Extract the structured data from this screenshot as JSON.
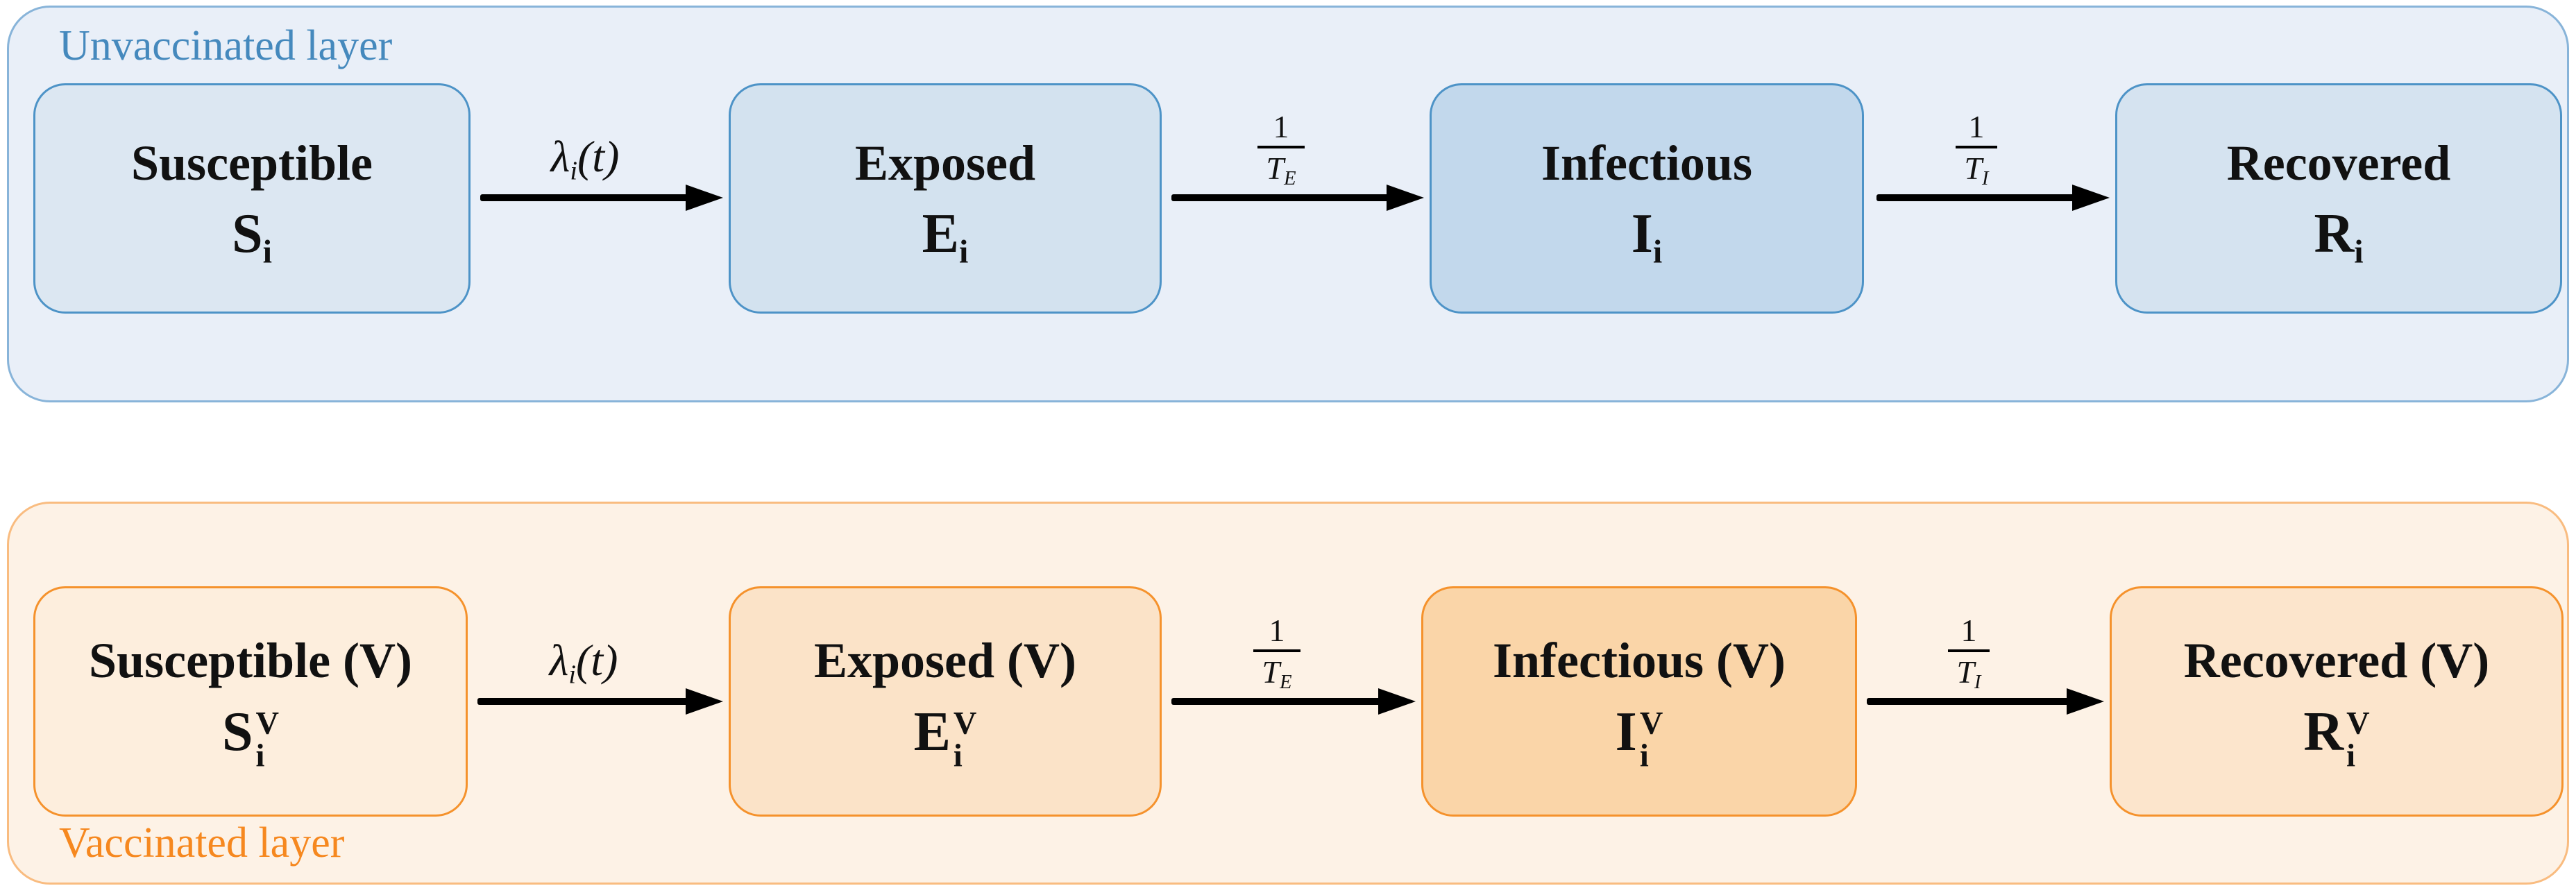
{
  "page": {
    "background": "#ffffff",
    "arrow_color": "#000000",
    "text_color": "#111111"
  },
  "layers": [
    {
      "label": "Unvaccinated layer",
      "label_color": "#4589bd",
      "fill": "#e9eff8",
      "border_color": "#88b4d9",
      "nodes": [
        {
          "name": "Susceptible",
          "symbol_base": "S",
          "symbol_sub": "i",
          "fill": "#dce7f2",
          "border_color": "#4d93c7"
        },
        {
          "name": "Exposed",
          "symbol_base": "E",
          "symbol_sub": "i",
          "fill": "#d3e2ef",
          "border_color": "#4d93c7"
        },
        {
          "name": "Infectious",
          "symbol_base": "I",
          "symbol_sub": "i",
          "fill": "#c2d8ec",
          "border_color": "#4d93c7"
        },
        {
          "name": "Recovered",
          "symbol_base": "R",
          "symbol_sub": "i",
          "fill": "#d5e3f0",
          "border_color": "#4d93c7"
        }
      ],
      "edges": [
        {
          "kind": "lambda",
          "base": "λ",
          "sub": "i",
          "args": "(t)"
        },
        {
          "kind": "fraction",
          "num": "1",
          "den_base": "T",
          "den_sub": "E"
        },
        {
          "kind": "fraction",
          "num": "1",
          "den_base": "T",
          "den_sub": "I"
        }
      ]
    },
    {
      "label": "Vaccinated layer",
      "label_color": "#f6881f",
      "fill": "#fdf2e6",
      "border_color": "#f9bc80",
      "nodes": [
        {
          "name": "Susceptible (V)",
          "symbol_base": "S",
          "symbol_sub": "i",
          "symbol_sup": "V",
          "fill": "#fdeedd",
          "border_color": "#f5922c"
        },
        {
          "name": "Exposed (V)",
          "symbol_base": "E",
          "symbol_sub": "i",
          "symbol_sup": "V",
          "fill": "#fbe3c8",
          "border_color": "#f5922c"
        },
        {
          "name": "Infectious (V)",
          "symbol_base": "I",
          "symbol_sub": "i",
          "symbol_sup": "V",
          "fill": "#fad5a8",
          "border_color": "#f5922c"
        },
        {
          "name": "Recovered (V)",
          "symbol_base": "R",
          "symbol_sub": "i",
          "symbol_sup": "V",
          "fill": "#fce5cc",
          "border_color": "#f5922c"
        }
      ],
      "edges": [
        {
          "kind": "lambda",
          "base": "λ",
          "sub": "i",
          "args": "(t)"
        },
        {
          "kind": "fraction",
          "num": "1",
          "den_base": "T",
          "den_sub": "E"
        },
        {
          "kind": "fraction",
          "num": "1",
          "den_base": "T",
          "den_sub": "I"
        }
      ]
    }
  ]
}
